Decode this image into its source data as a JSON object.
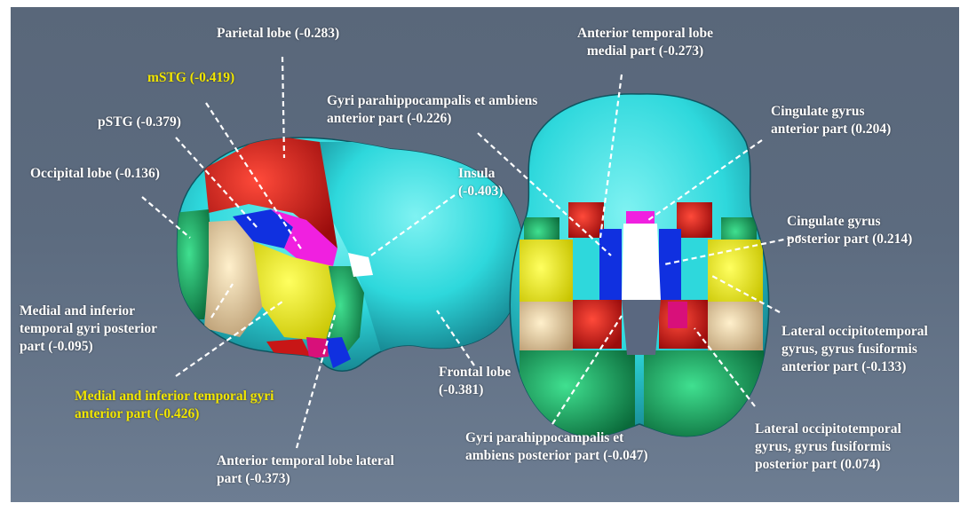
{
  "colors": {
    "panel_top": "#59677a",
    "panel_bottom": "#6d7d92",
    "label_default": "#ffffff",
    "label_highlight": "#f2e600",
    "leader_line": "#ffffff",
    "region_cyan": "#2ed8dc",
    "region_red": "#d81818",
    "region_blue": "#1030e0",
    "region_magenta": "#f020e0",
    "region_yellow": "#f2ee00",
    "region_beige": "#e8d2a8",
    "region_green": "#10b060",
    "region_white": "#ffffff",
    "region_pink": "#d8107a"
  },
  "labels": {
    "parietal": {
      "lines": [
        "Parietal lobe (-0.283)"
      ]
    },
    "mstg": {
      "lines": [
        "mSTG (-0.419)"
      ]
    },
    "pstg": {
      "lines": [
        "pSTG (-0.379)"
      ]
    },
    "occipital": {
      "lines": [
        "Occipital lobe (-0.136)"
      ]
    },
    "mitg_post": {
      "lines": [
        "Medial and inferior",
        "temporal gyri posterior",
        "part (-0.095)"
      ]
    },
    "mitg_ant": {
      "lines": [
        "Medial and inferior temporal gyri",
        "anterior part (-0.426)"
      ]
    },
    "atl_lat": {
      "lines": [
        "Anterior temporal lobe lateral",
        "part (-0.373)"
      ]
    },
    "frontal": {
      "lines": [
        "Frontal lobe",
        "(-0.381)"
      ]
    },
    "insula": {
      "lines": [
        "Insula",
        "(-0.403)"
      ]
    },
    "gpa_ant": {
      "lines": [
        "Gyri parahippocampalis et ambiens",
        "anterior part (-0.226)"
      ]
    },
    "atl_med": {
      "lines": [
        "Anterior temporal lobe",
        "medial part (-0.273)"
      ]
    },
    "cing_ant": {
      "lines": [
        "Cingulate gyrus",
        "anterior part (0.204)"
      ]
    },
    "cing_post": {
      "lines": [
        "Cingulate gyrus",
        "posterior part (0.214)"
      ]
    },
    "lotg_ant": {
      "lines": [
        "Lateral occipitotemporal",
        "gyrus, gyrus fusiformis",
        "anterior part  (-0.133)"
      ]
    },
    "lotg_post": {
      "lines": [
        "Lateral occipitotemporal",
        "gyrus, gyrus fusiformis",
        "posterior part (0.074)"
      ]
    },
    "gpa_post": {
      "lines": [
        "Gyri parahippocampalis et",
        "ambiens posterior part (-0.047)"
      ]
    }
  }
}
